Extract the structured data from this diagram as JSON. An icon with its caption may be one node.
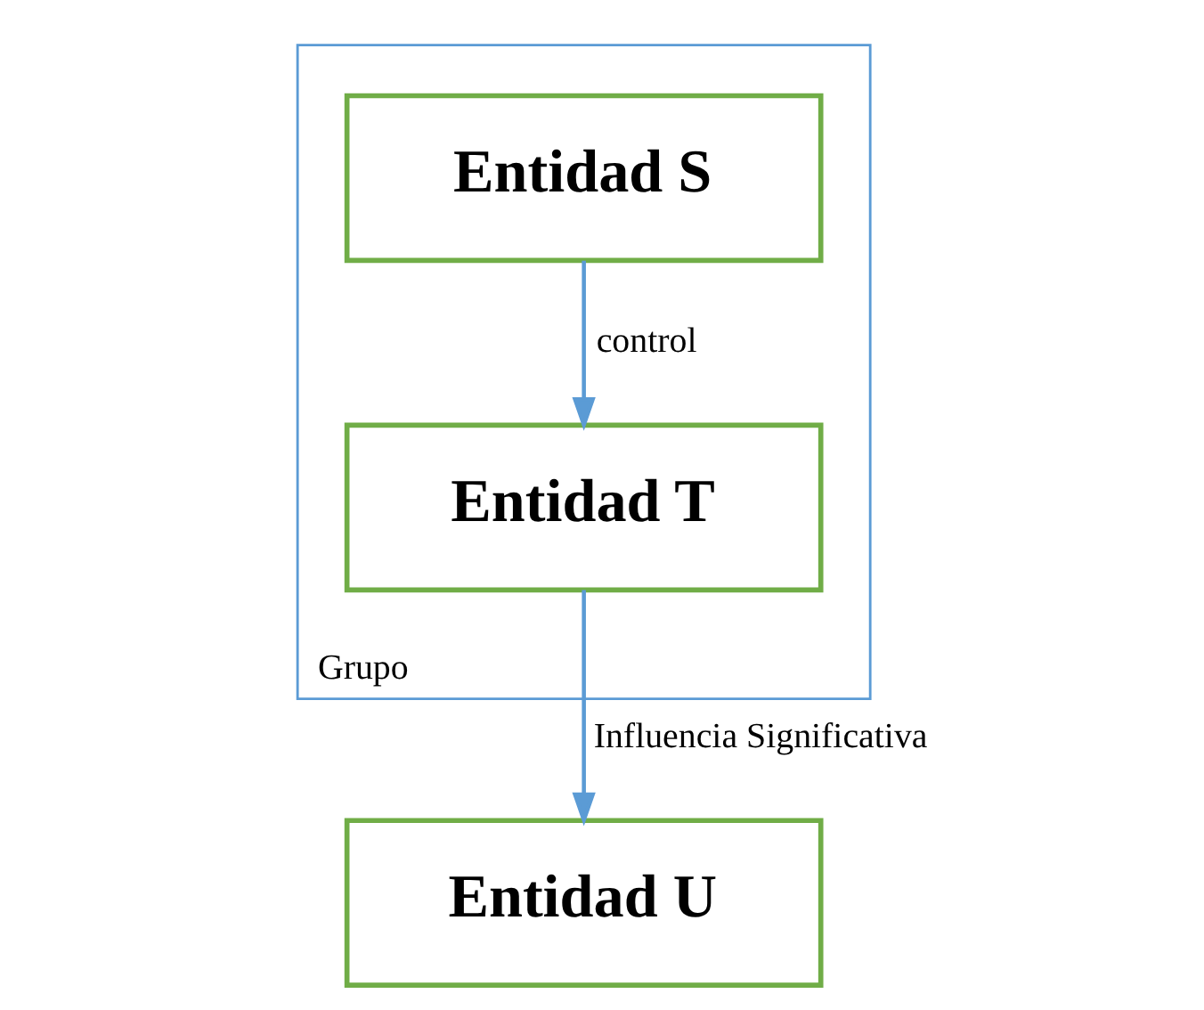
{
  "diagram": {
    "nodes": [
      {
        "text": [
          "Grupo"
        ]
      },
      {
        "text": [
          "Entidad S"
        ],
        "in": 0
      },
      {
        "text": [
          "Entidad T"
        ],
        "in": 0
      },
      {
        "text": [
          "Entidad U"
        ]
      }
    ],
    "edges": [
      {
        "from": 1,
        "to": 2,
        "arrow": "to",
        "label": "control"
      },
      {
        "from": 2,
        "to": 3,
        "arrow": "to",
        "label": "Influencia Significativa"
      }
    ]
  }
}
